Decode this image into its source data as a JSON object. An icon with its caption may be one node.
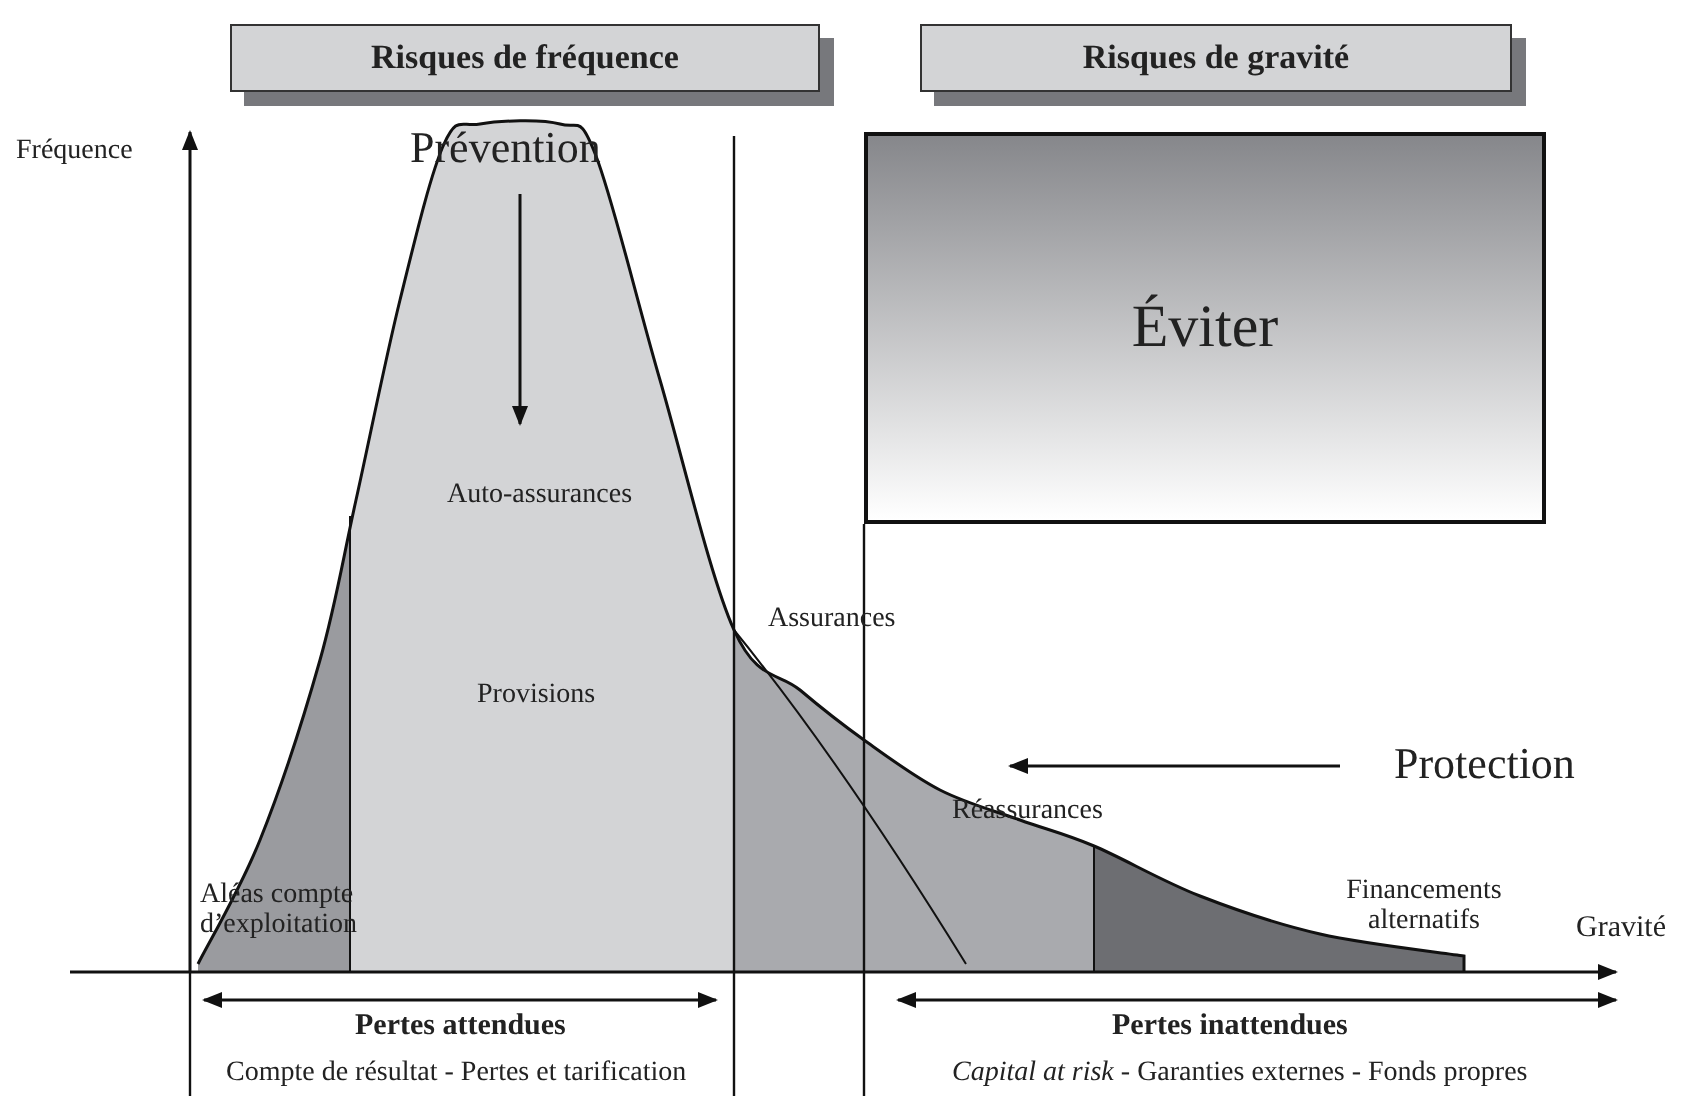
{
  "diagram": {
    "nodes": [
      {
        "text": [
          "Risques de fréquence"
        ]
      },
      {
        "text": [
          "Risques de gravité"
        ]
      },
      {
        "text": [
          "Éviter"
        ]
      }
    ],
    "labels": [
      "Fréquence",
      "Prévention",
      "Auto-assurances",
      "Provisions",
      "Assurances",
      "Protection",
      "Réassurances",
      "Aléas compte d’exploitation",
      "Financements alternatifs",
      "Gravité",
      "Pertes attendues",
      "Compte de résultat - Pertes et tarification",
      "Pertes inattendues",
      "*Capital at risk* - Garanties externes - Fonds propres"
    ]
  }
}
